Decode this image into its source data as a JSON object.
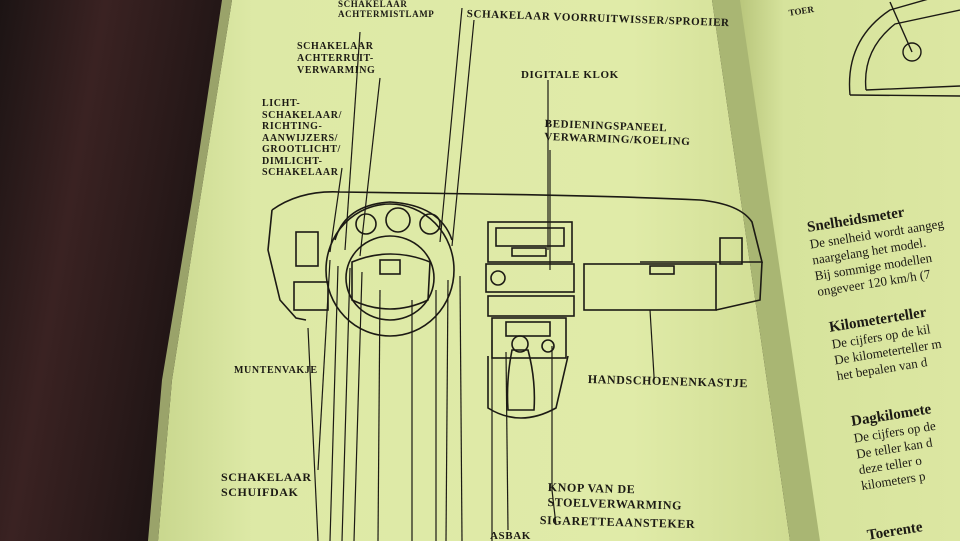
{
  "labels": {
    "schakelaar_achtermistlamp": [
      "SCHAKELAAR",
      "ACHTERMISTLAMP"
    ],
    "schakelaar_achterruitverwarming": [
      "SCHAKELAAR",
      "ACHTERRUIT-",
      "VERWARMING"
    ],
    "lichtschakelaar": [
      "LICHT-",
      "SCHAKELAAR/",
      "RICHTING-",
      "AANWIJZERS/",
      "GROOTLICHT/",
      "DIMLICHT-",
      "SCHAKELAAR"
    ],
    "voorruitwisser": "SCHAKELAAR VOORRUITWISSER/SPROEIER",
    "digitale_klok": "DIGITALE KLOK",
    "bedieningspaneel": [
      "BEDIENINGSPANEEL",
      "VERWARMING/KOELING"
    ],
    "muntenvakje": "MUNTENVAKJE",
    "handschoenenkastje": "HANDSCHOENENKASTJE",
    "schakelaar_schuifdak": [
      "SCHAKELAAR",
      "SCHUIFDAK"
    ],
    "knop_stoelverwarming": [
      "KNOP VAN DE",
      "STOELVERWARMING"
    ],
    "sigaretteaansteker": "SIGARETTEAANSTEKER",
    "asbak": "ASBAK"
  },
  "right_page": {
    "gauge_label": "TOER",
    "snelheidsmeter": {
      "heading": "Snelheidsmeter",
      "lines": [
        "De snelheid wordt aangeg",
        "naargelang het model.",
        "Bij sommige modellen",
        "ongeveer 120 km/h (7"
      ]
    },
    "kilometerteller": {
      "heading": "Kilometerteller",
      "lines": [
        "De cijfers op de kil",
        "De kilometerteller m",
        "het bepalen van d"
      ]
    },
    "dagkilometer": {
      "heading": "Dagkilomete",
      "lines": [
        "De cijfers op de",
        "De teller kan d",
        "deze teller o",
        "kilometers p"
      ]
    },
    "toerenteller": {
      "heading": "Toerente"
    }
  },
  "colors": {
    "page": "#dde9a6",
    "ink": "#1c1a14",
    "background": "#2a1c1c"
  }
}
